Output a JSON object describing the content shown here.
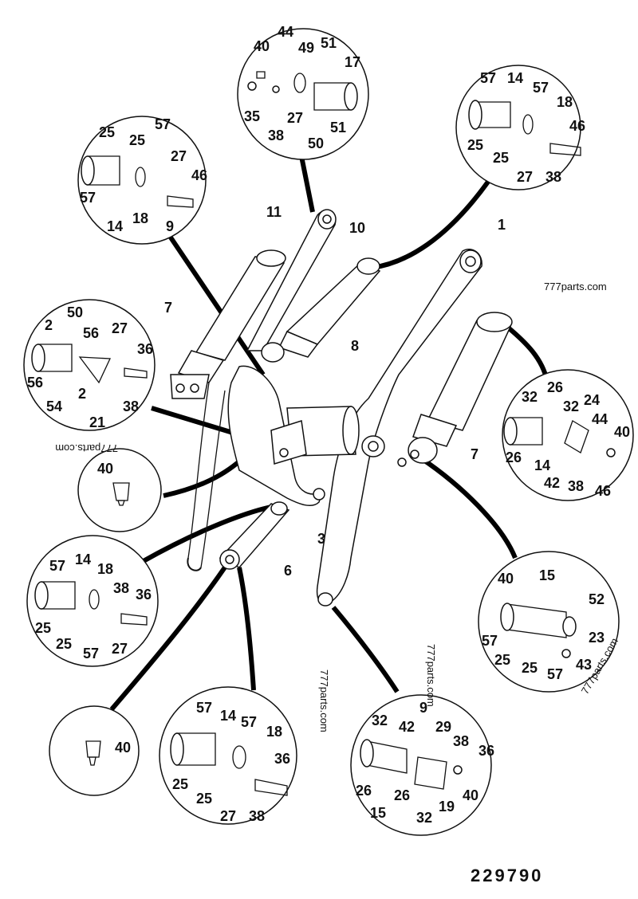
{
  "figure_number": "229790",
  "watermarks": [
    "777parts.com",
    "777parts.com",
    "777parts.com",
    "777parts.com",
    "777parts.com"
  ],
  "assembly_labels": [
    "1",
    "3",
    "6",
    "7",
    "7",
    "8",
    "10",
    "11"
  ],
  "bubbles": [
    {
      "id": "top-center",
      "labels": [
        "40",
        "44",
        "49",
        "51",
        "17",
        "35",
        "38",
        "27",
        "50",
        "51"
      ]
    },
    {
      "id": "top-right",
      "labels": [
        "57",
        "14",
        "57",
        "18",
        "46",
        "25",
        "25",
        "27",
        "38"
      ]
    },
    {
      "id": "upper-left",
      "labels": [
        "25",
        "57",
        "25",
        "27",
        "46",
        "57",
        "14",
        "18",
        "9"
      ]
    },
    {
      "id": "mid-left",
      "labels": [
        "50",
        "2",
        "56",
        "27",
        "36",
        "56",
        "2",
        "54",
        "38",
        "21"
      ]
    },
    {
      "id": "grease-left",
      "labels": [
        "40"
      ]
    },
    {
      "id": "mid-right",
      "labels": [
        "32",
        "26",
        "32",
        "24",
        "44",
        "40",
        "26",
        "14",
        "42",
        "38",
        "46"
      ]
    },
    {
      "id": "lower-left",
      "labels": [
        "57",
        "14",
        "18",
        "38",
        "36",
        "25",
        "25",
        "57",
        "27"
      ]
    },
    {
      "id": "lower-right",
      "labels": [
        "40",
        "15",
        "52",
        "23",
        "57",
        "25",
        "25",
        "57",
        "43"
      ]
    },
    {
      "id": "grease-bottom",
      "labels": [
        "40"
      ]
    },
    {
      "id": "bottom-center",
      "labels": [
        "57",
        "14",
        "57",
        "18",
        "36",
        "25",
        "25",
        "27",
        "38"
      ]
    },
    {
      "id": "bottom-right",
      "labels": [
        "32",
        "42",
        "9",
        "29",
        "38",
        "36",
        "26",
        "26",
        "15",
        "32",
        "19",
        "40"
      ]
    }
  ]
}
